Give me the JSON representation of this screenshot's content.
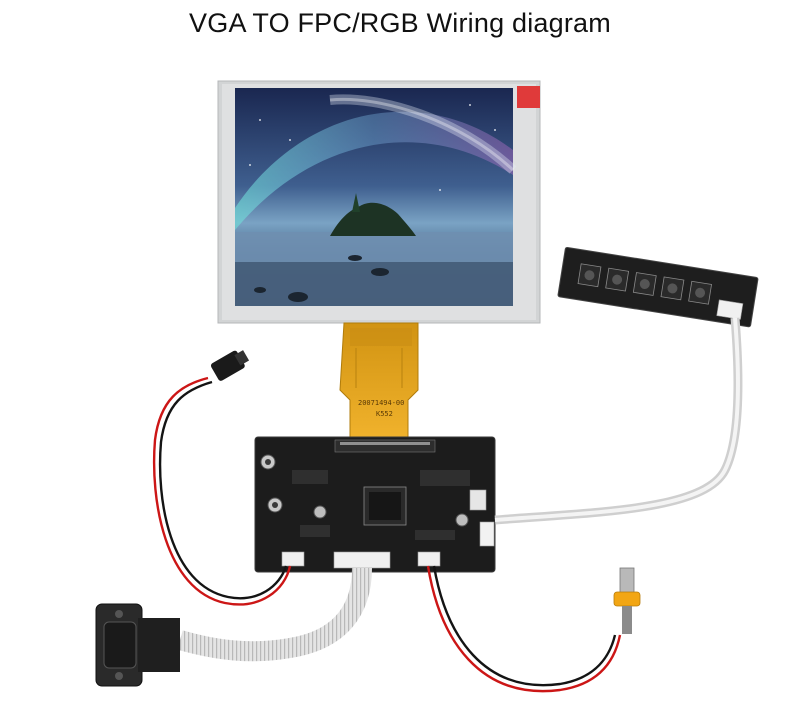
{
  "title": "VGA TO FPC/RGB Wiring diagram",
  "fpc": {
    "part_number": "20071494-00",
    "code": "K552"
  },
  "colors": {
    "lcd_bezel": "#d3d5d6",
    "pcb": "#1c1c1c",
    "fpc": "#e1a51c",
    "red_wire": "#d01616",
    "ribbon": "#dcdcdc",
    "rca_clip": "#f2a614"
  }
}
